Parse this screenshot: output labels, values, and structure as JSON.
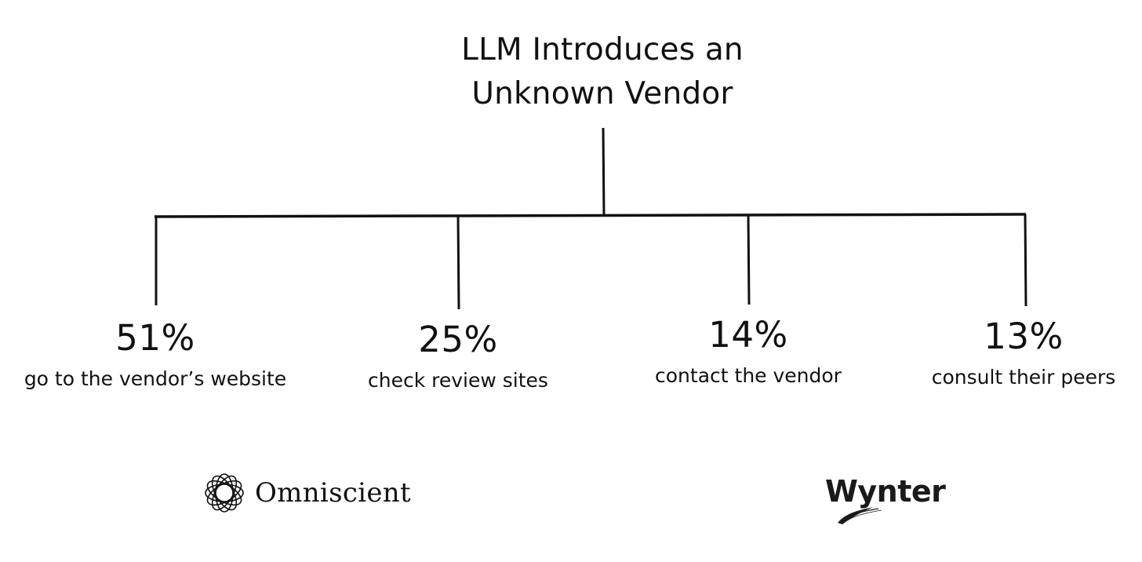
{
  "title": {
    "line1": "LLM Introduces an",
    "line2": "Unknown Vendor"
  },
  "branches": [
    {
      "value": "51%",
      "label": "go to the vendor’s website"
    },
    {
      "value": "25%",
      "label": "check review sites"
    },
    {
      "value": "14%",
      "label": "contact the vendor"
    },
    {
      "value": "13%",
      "label": "consult their peers"
    }
  ],
  "logos": {
    "left": {
      "name": "Omniscient",
      "icon": "knot-ring-icon"
    },
    "right": {
      "name": "Wynter",
      "icon": "brush-stroke-icon"
    }
  },
  "colors": {
    "text": "#111111",
    "lines": "#111111",
    "background": "#ffffff"
  }
}
